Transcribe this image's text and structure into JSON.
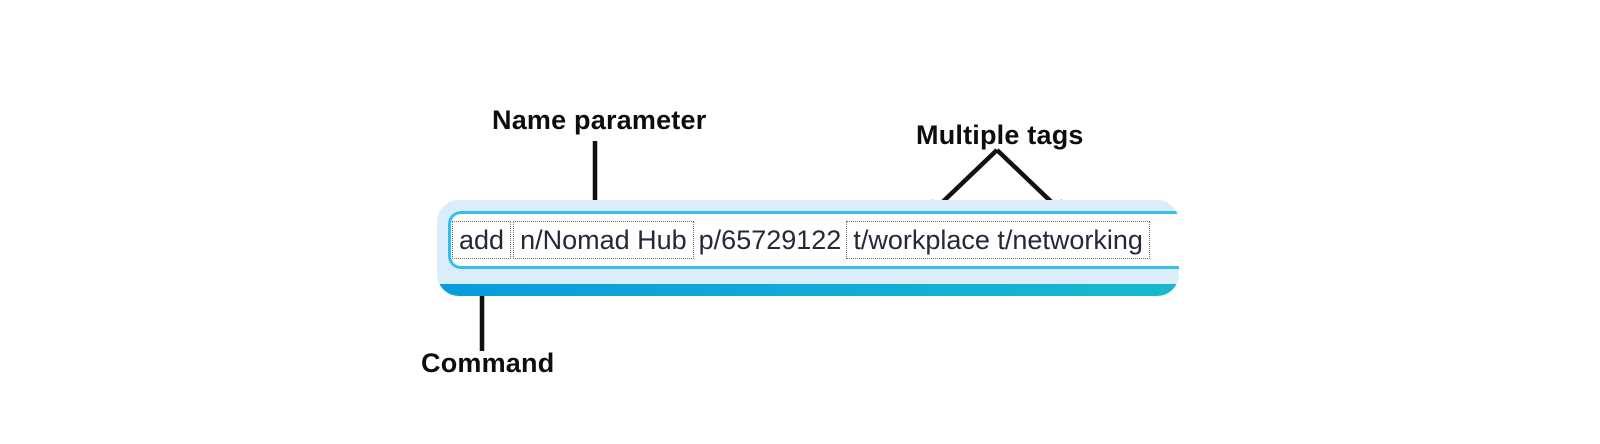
{
  "annotations": {
    "name_parameter": {
      "label": "Name parameter"
    },
    "multiple_tags": {
      "label": "Multiple tags"
    },
    "command": {
      "label": "Command"
    }
  },
  "command_bar": {
    "input_value": "add n/Nomad Hub p/65729122 t/workplace t/networking",
    "tokens": [
      {
        "text": "add",
        "boxed": true,
        "role": "command"
      },
      {
        "text": "n/Nomad Hub",
        "boxed": true,
        "role": "name-parameter"
      },
      {
        "text": "p/65729122",
        "boxed": false,
        "role": "phone-parameter"
      },
      {
        "text": "t/workplace t/networking",
        "boxed": true,
        "role": "tags"
      }
    ]
  },
  "colors": {
    "container_bg": "#dcedfa",
    "input_border": "#35bfee",
    "strip_gradient_start": "#089ddf",
    "strip_gradient_end": "#17b9ce",
    "command_text": "#222a38",
    "annotation_text": "#0d0d0d"
  }
}
